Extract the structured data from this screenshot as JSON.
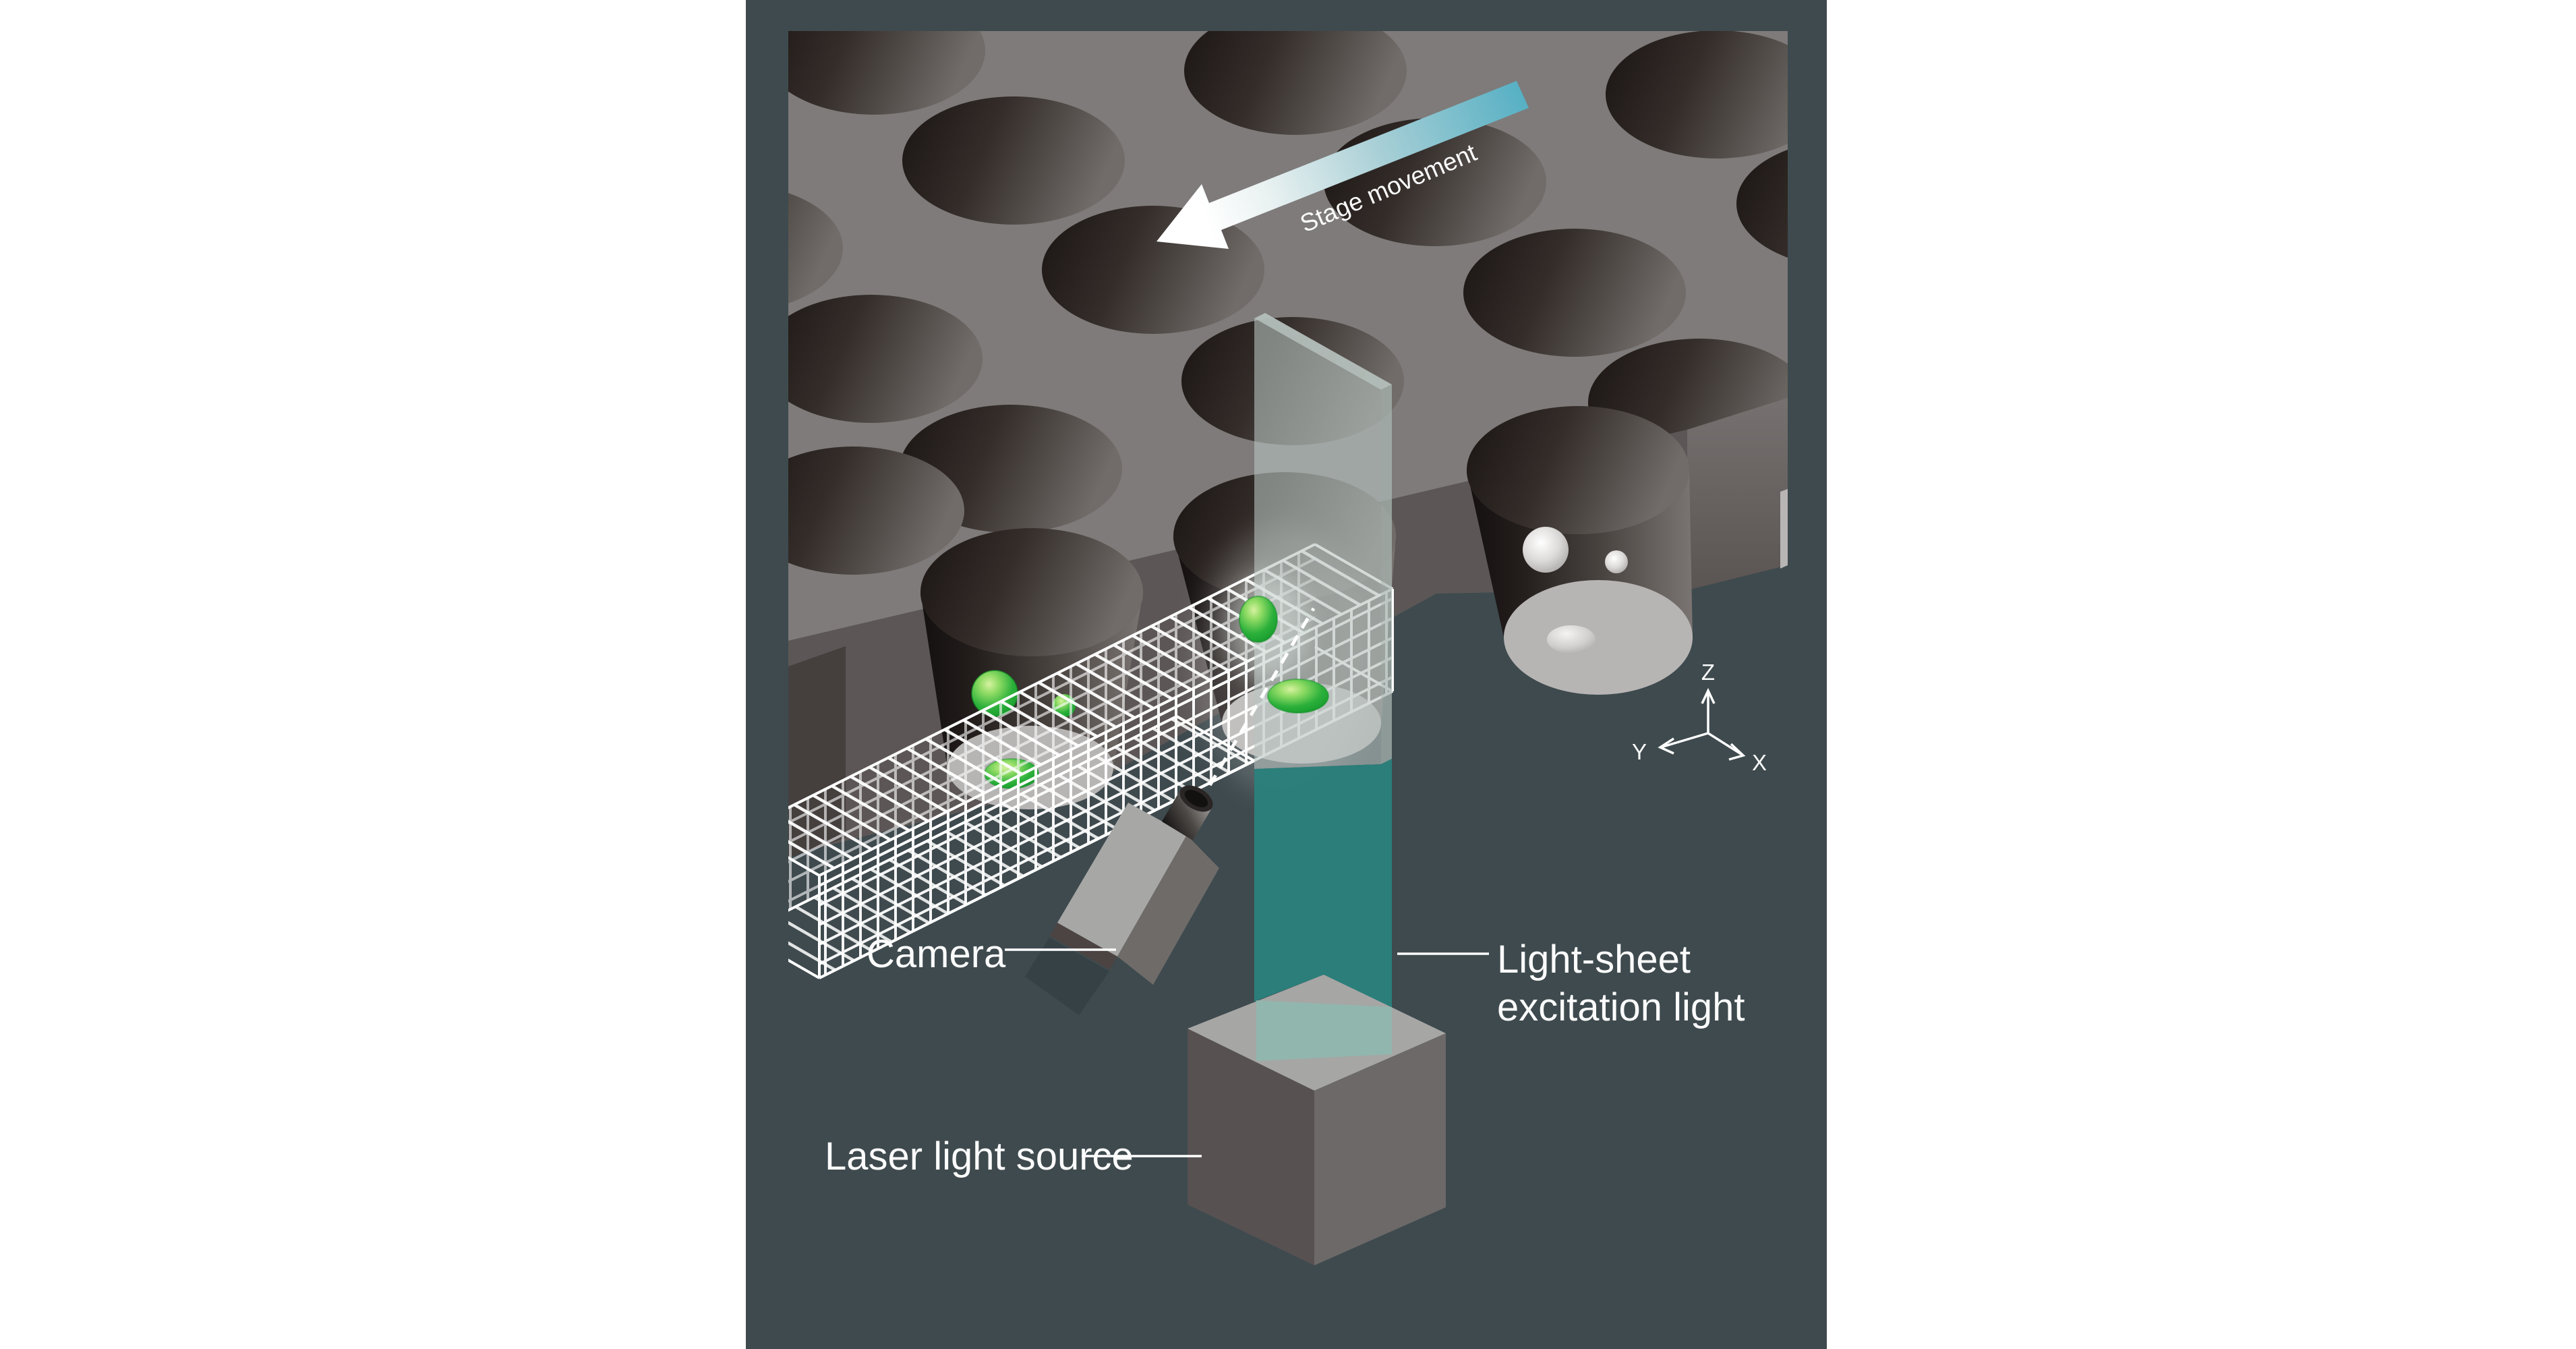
{
  "figure": {
    "type": "light-sheet-microscopy-schematic",
    "labels": {
      "stage_movement": "Stage movement",
      "camera": "Camera",
      "light_sheet_line1": "Light-sheet",
      "light_sheet_line2": "excitation light",
      "laser": "Laser light source"
    },
    "axes": {
      "x": "X",
      "y": "Y",
      "z": "Z"
    },
    "colors": {
      "page_background": "#FFFFFF",
      "panel_background": "#3E4A4E",
      "plate_gray": "#7E7B7A",
      "well_dark": "#1A1412",
      "light_sheet_teal": "#2B807C",
      "sheet_haze": "#B7C3BF",
      "arrow_tail_teal": "#57B0C4",
      "organoid_green": "#18A12C",
      "media_gray": "#B7B5B4",
      "mesh_white": "#FFFFFF"
    }
  }
}
